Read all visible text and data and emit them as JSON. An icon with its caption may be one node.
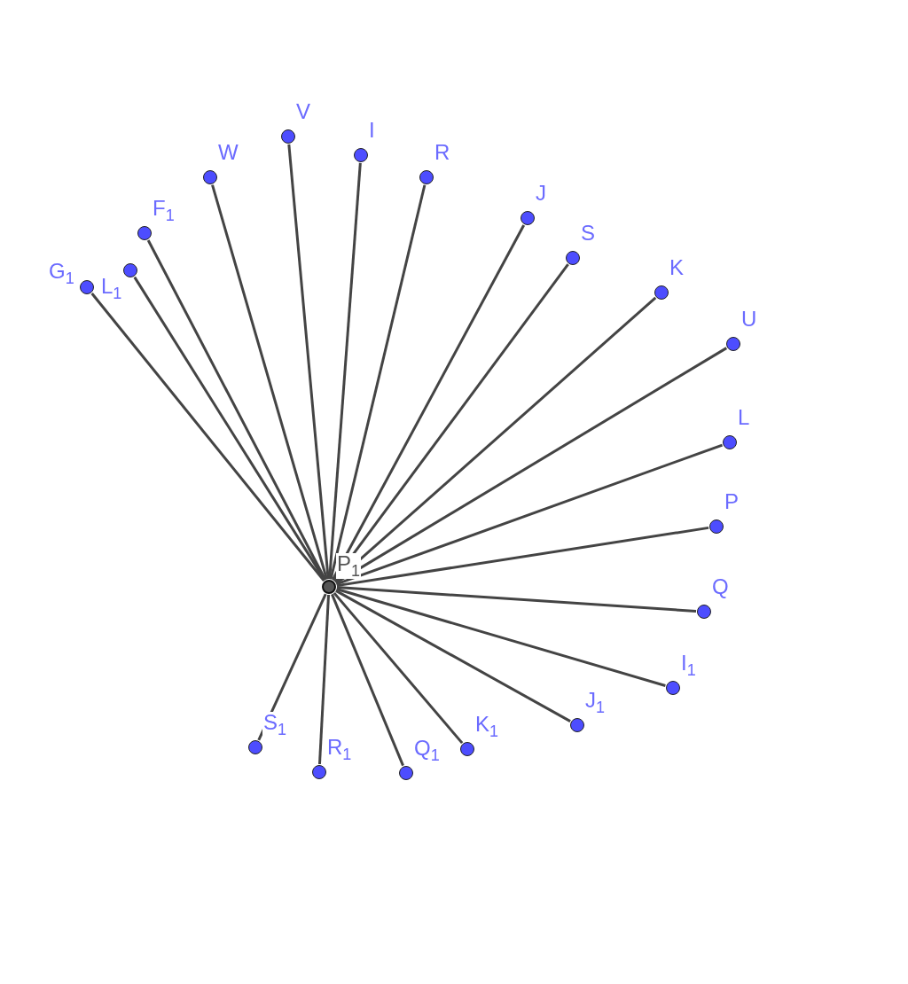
{
  "diagram": {
    "nodes": [
      {
        "text": [
          "V"
        ]
      },
      {
        "text": [
          "I"
        ]
      },
      {
        "text": [
          "W"
        ]
      },
      {
        "text": [
          "R"
        ]
      },
      {
        "text": [
          "J"
        ]
      },
      {
        "text": [
          "F$_{1}$"
        ]
      },
      {
        "text": [
          "S"
        ]
      },
      {
        "text": [
          "L$_{1}$"
        ]
      },
      {
        "text": [
          "G$_{1}$"
        ]
      },
      {
        "text": [
          "K"
        ]
      },
      {
        "text": [
          "U"
        ]
      },
      {
        "text": [
          "L"
        ]
      },
      {
        "text": [
          "P"
        ]
      },
      {
        "text": [
          "P$_{1}$"
        ]
      },
      {
        "text": [
          "Q"
        ]
      },
      {
        "text": [
          "I$_{1}$"
        ]
      },
      {
        "text": [
          "J$_{1}$"
        ]
      },
      {
        "text": [
          "K$_{1}$"
        ]
      },
      {
        "text": [
          "S$_{1}$"
        ]
      },
      {
        "text": [
          "R$_{1}$"
        ]
      },
      {
        "text": [
          "Q$_{1}$"
        ]
      }
    ],
    "edges": [
      {
        "from": 13,
        "to": 0,
        "arrow": "none"
      },
      {
        "from": 13,
        "to": 1,
        "arrow": "none"
      },
      {
        "from": 13,
        "to": 2,
        "arrow": "none"
      },
      {
        "from": 13,
        "to": 3,
        "arrow": "none"
      },
      {
        "from": 13,
        "to": 4,
        "arrow": "none"
      },
      {
        "from": 13,
        "to": 5,
        "arrow": "none"
      },
      {
        "from": 13,
        "to": 6,
        "arrow": "none"
      },
      {
        "from": 13,
        "to": 7,
        "arrow": "none"
      },
      {
        "from": 13,
        "to": 8,
        "arrow": "none"
      },
      {
        "from": 13,
        "to": 9,
        "arrow": "none"
      },
      {
        "from": 13,
        "to": 10,
        "arrow": "none"
      },
      {
        "from": 13,
        "to": 11,
        "arrow": "none"
      },
      {
        "from": 13,
        "to": 12,
        "arrow": "none"
      },
      {
        "from": 13,
        "to": 14,
        "arrow": "none"
      },
      {
        "from": 13,
        "to": 15,
        "arrow": "none"
      },
      {
        "from": 13,
        "to": 16,
        "arrow": "none"
      },
      {
        "from": 13,
        "to": 17,
        "arrow": "none"
      },
      {
        "from": 13,
        "to": 18,
        "arrow": "none"
      },
      {
        "from": 13,
        "to": 19,
        "arrow": "none"
      },
      {
        "from": 13,
        "to": 20,
        "arrow": "none"
      }
    ]
  }
}
